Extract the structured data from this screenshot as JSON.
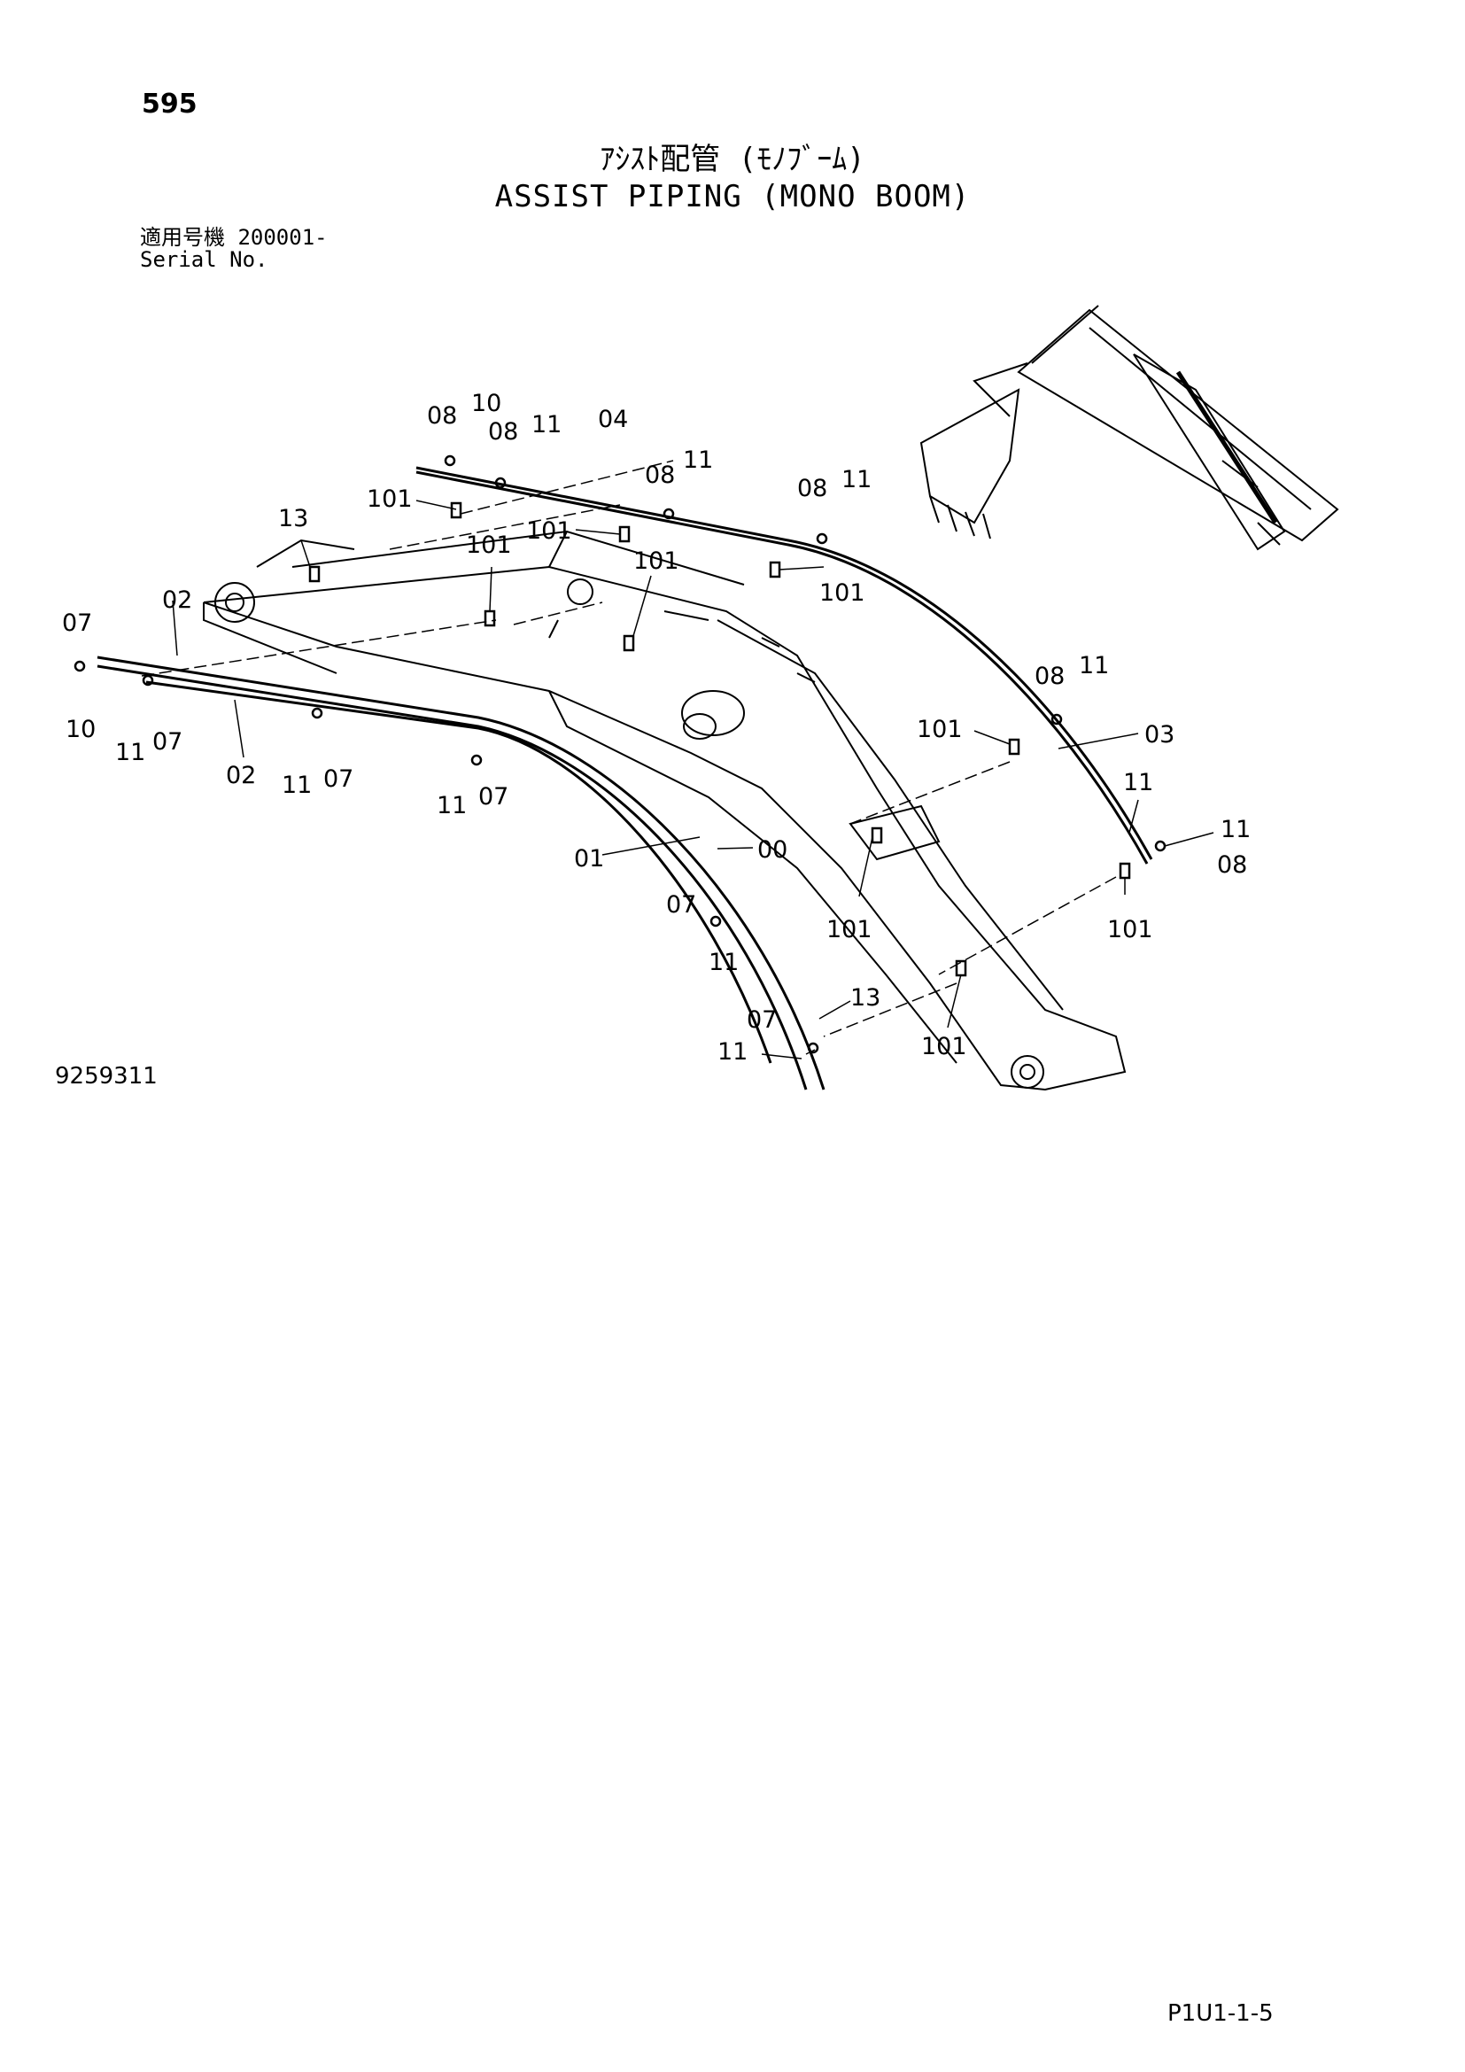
{
  "page": {
    "page_number": "595",
    "title_jp": "ｱｼｽﾄ配管 (ﾓﾉﾌﾞｰﾑ)",
    "title_en": "ASSIST PIPING (MONO BOOM)",
    "serial_jp": "適用号機 200001-",
    "serial_en": "Serial No.",
    "diagram_number": "9259311",
    "page_code": "P1U1-1-5"
  },
  "callouts": [
    "00",
    "01",
    "02",
    "02",
    "03",
    "04",
    "07",
    "07",
    "07",
    "07",
    "07",
    "07",
    "08",
    "08",
    "08",
    "08",
    "08",
    "08",
    "10",
    "10",
    "11",
    "11",
    "11",
    "11",
    "11",
    "11",
    "11",
    "11",
    "11",
    "11",
    "11",
    "13",
    "13",
    "101",
    "101",
    "101",
    "101",
    "101",
    "101",
    "101",
    "101",
    "101"
  ]
}
